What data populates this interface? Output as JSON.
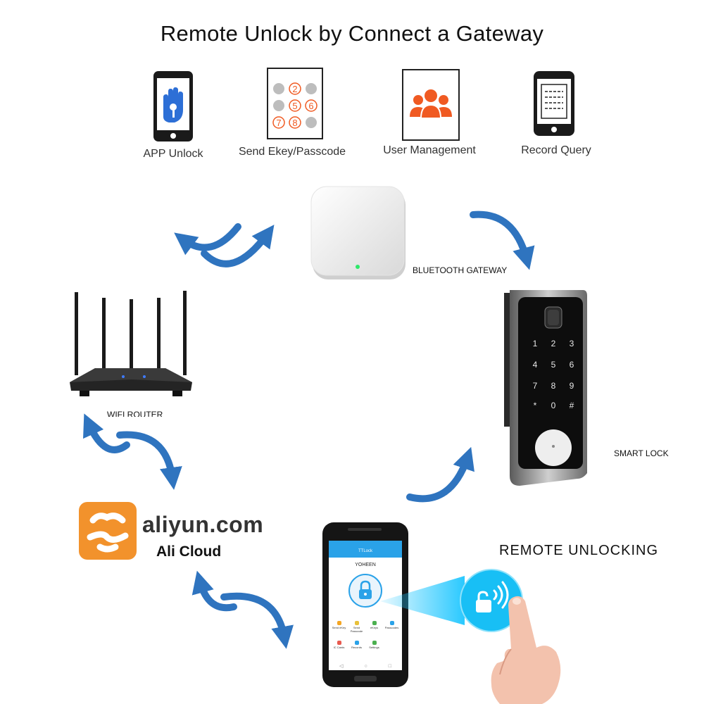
{
  "title": "Remote Unlock by Connect a Gateway",
  "features": [
    {
      "label": "APP Unlock",
      "icon": "phone-hand-key-icon"
    },
    {
      "label": "Send Ekey/Passcode",
      "icon": "keypad-icon",
      "keys": [
        "2",
        "5",
        "6",
        "7",
        "8"
      ]
    },
    {
      "label": "User Management",
      "icon": "users-icon"
    },
    {
      "label": "Record Query",
      "icon": "phone-records-icon"
    }
  ],
  "nodes": {
    "gateway": {
      "label": "BLUETOOTH GATEWAY"
    },
    "router": {
      "label": "WIFI ROUTER"
    },
    "smart_lock": {
      "label": "SMART LOCK",
      "keypad": [
        "1",
        "2",
        "3",
        "4",
        "5",
        "6",
        "7",
        "8",
        "9",
        "*",
        "0",
        "#"
      ]
    },
    "cloud": {
      "brand": "aliyun.com",
      "subtitle": "Ali Cloud"
    },
    "phone": {
      "app_title": "TTLock",
      "user": "YOHEEN",
      "menu": [
        "Send eKey",
        "Send Passcode",
        "eKeys",
        "Passcodes",
        "IC Cards",
        "Records",
        "Settings"
      ]
    }
  },
  "remote": {
    "label": "REMOTE UNLOCKING"
  },
  "colors": {
    "arrow": "#2f74bf",
    "cloud_orange": "#f2922c",
    "feature_orange": "#f05a22",
    "glow": "#1ec6ff",
    "app_blue": "#2aa2e8"
  }
}
